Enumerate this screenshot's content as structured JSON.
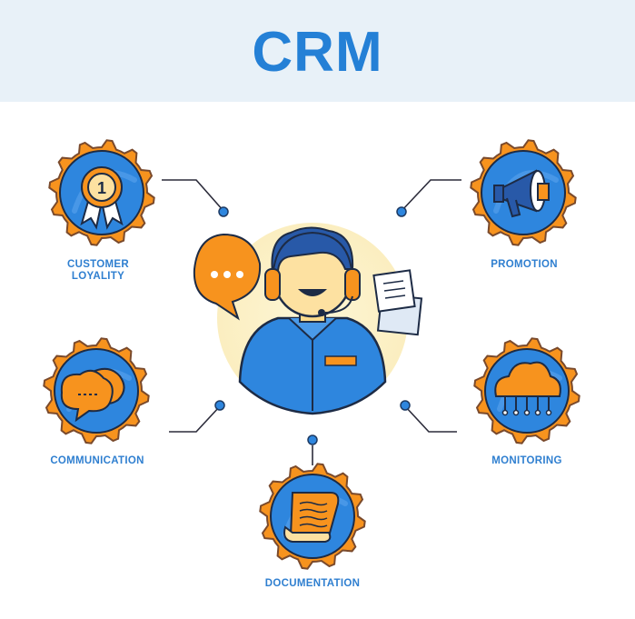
{
  "title": "CRM",
  "nodes": {
    "customer_loyalty": {
      "label_line1": "CUSTOMER",
      "label_line2": "LOYALITY",
      "badge_number": "1",
      "icon": "award-medal-icon"
    },
    "promotion": {
      "label": "PROMOTION",
      "icon": "megaphone-icon"
    },
    "communication": {
      "label": "COMMUNICATION",
      "icon": "speech-clouds-icon"
    },
    "monitoring": {
      "label": "MONITORING",
      "icon": "cloud-network-icon"
    },
    "documentation": {
      "label": "DOCUMENTATION",
      "icon": "paper-scroll-icon"
    }
  },
  "center": {
    "icon": "customer-support-agent-icon"
  },
  "colors": {
    "accent_blue": "#2480d6",
    "badge_blue": "#2e86de",
    "gear_outline": "#7a4a2c",
    "orange": "#f7931e",
    "center_glow": "#fdf2c4",
    "header_bg": "#e8f1f8"
  }
}
